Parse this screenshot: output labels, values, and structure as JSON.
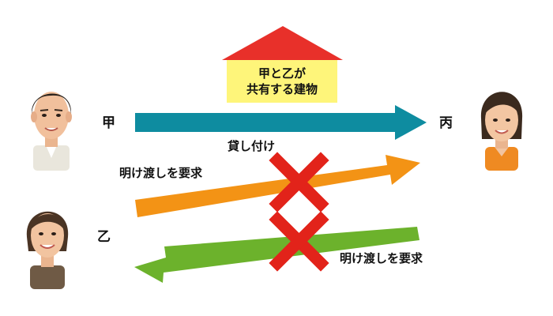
{
  "building": {
    "line1": "甲と乙が",
    "line2": "共有する建物",
    "roof_color": "#e8302a",
    "wall_color": "#fef57a"
  },
  "parties": {
    "kou": "甲",
    "otsu": "乙",
    "hei": "丙"
  },
  "arrows": {
    "loan": {
      "label": "貸し付け",
      "color": "#0e8ca0"
    },
    "otsu_demand": {
      "label": "明け渡しを要求",
      "color": "#f39315"
    },
    "hei_demand": {
      "label": "明け渡しを要求",
      "color": "#6cb22c"
    }
  },
  "cross_color": "#e2231a",
  "icons": {
    "kou": "man-face-icon",
    "otsu": "woman-face-icon",
    "hei": "woman-face-icon",
    "denied": "x-mark-icon"
  }
}
